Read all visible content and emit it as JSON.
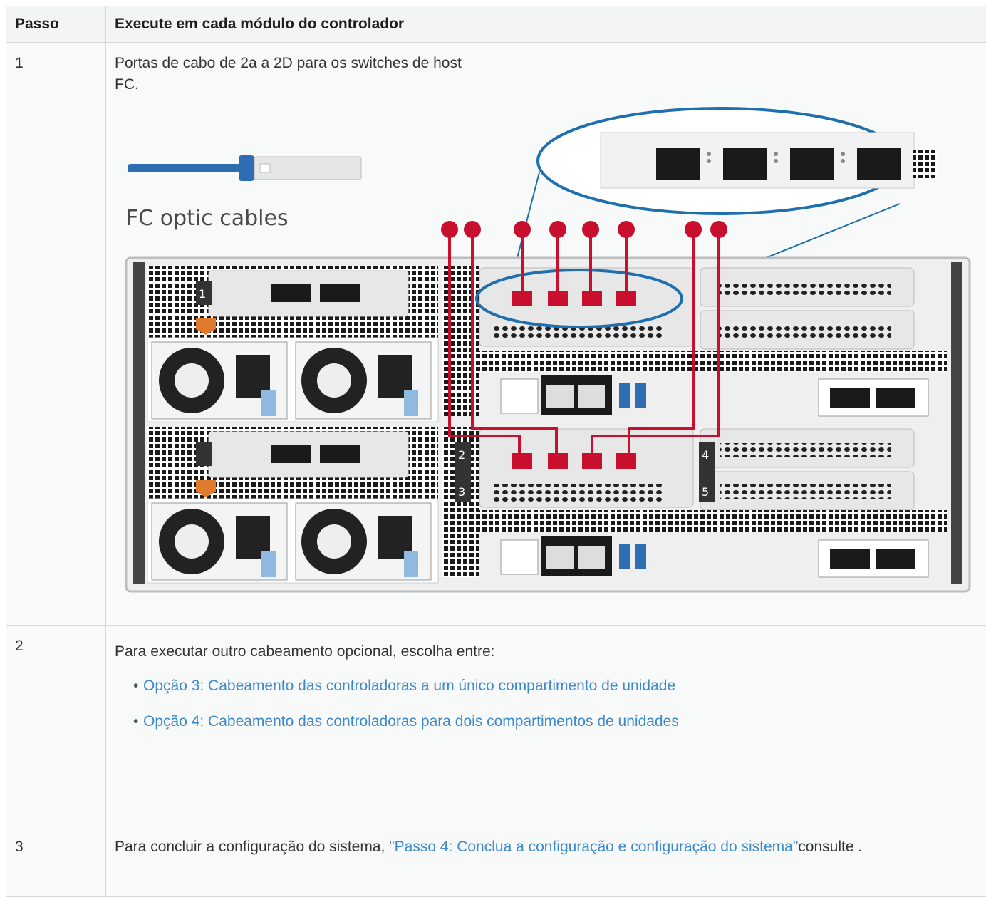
{
  "table": {
    "headers": [
      "Passo",
      "Execute em cada módulo do controlador"
    ],
    "rows": [
      {
        "step": "1",
        "text_line1": "Portas de cabo de 2a a 2D para os switches de host",
        "text_line2": "FC.",
        "figure": {
          "cable_label": "FC optic cables",
          "slot_numbers": [
            "1",
            "2",
            "3",
            "4",
            "5"
          ],
          "accent_colors": {
            "cable": "#c8102e",
            "callout": "#1f6fae",
            "cable_blue": "#2f6db3"
          }
        }
      },
      {
        "step": "2",
        "text": "Para executar outro cabeamento opcional, escolha entre:",
        "options": [
          "Opção 3: Cabeamento das controladoras a um único compartimento de unidade",
          "Opção 4: Cabeamento das controladoras para dois compartimentos de unidades"
        ]
      },
      {
        "step": "3",
        "text_before": "Para concluir a configuração do sistema, ",
        "link_text": "\"Passo 4: Conclua a configuração e configuração do sistema\"",
        "text_after": "consulte ."
      }
    ]
  },
  "colors": {
    "link": "#3c89cd",
    "border": "#d6d9dc",
    "header_bg": "#f3f4f4",
    "cell_bg": "#f8f9f9"
  }
}
